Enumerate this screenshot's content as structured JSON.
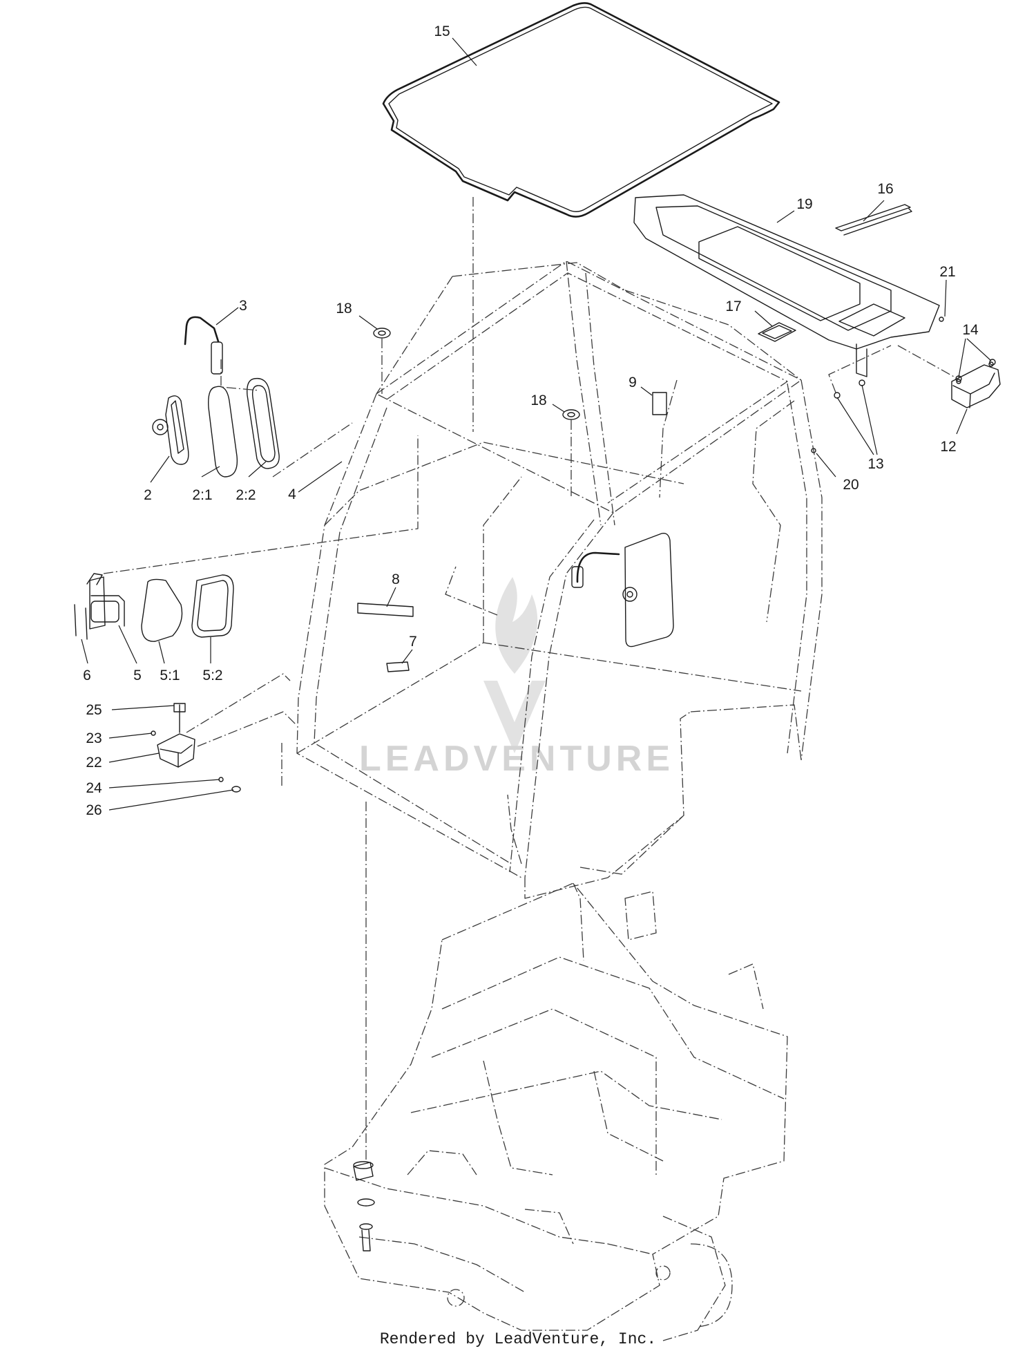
{
  "diagram": {
    "callouts": [
      {
        "id": "15",
        "label": "15"
      },
      {
        "id": "19",
        "label": "19"
      },
      {
        "id": "16",
        "label": "16"
      },
      {
        "id": "21",
        "label": "21"
      },
      {
        "id": "14",
        "label": "14"
      },
      {
        "id": "12",
        "label": "12"
      },
      {
        "id": "13",
        "label": "13"
      },
      {
        "id": "20",
        "label": "20"
      },
      {
        "id": "17",
        "label": "17"
      },
      {
        "id": "18a",
        "label": "18"
      },
      {
        "id": "18b",
        "label": "18"
      },
      {
        "id": "9",
        "label": "9"
      },
      {
        "id": "3",
        "label": "3"
      },
      {
        "id": "2",
        "label": "2"
      },
      {
        "id": "2_1",
        "label": "2:1"
      },
      {
        "id": "2_2",
        "label": "2:2"
      },
      {
        "id": "4",
        "label": "4"
      },
      {
        "id": "6",
        "label": "6"
      },
      {
        "id": "5",
        "label": "5"
      },
      {
        "id": "5_1",
        "label": "5:1"
      },
      {
        "id": "5_2",
        "label": "5:2"
      },
      {
        "id": "8",
        "label": "8"
      },
      {
        "id": "7",
        "label": "7"
      },
      {
        "id": "25",
        "label": "25"
      },
      {
        "id": "23",
        "label": "23"
      },
      {
        "id": "22",
        "label": "22"
      },
      {
        "id": "24",
        "label": "24"
      },
      {
        "id": "26",
        "label": "26"
      }
    ],
    "watermark": "LEADVENTURE",
    "footer": "Rendered by LeadVenture, Inc."
  }
}
